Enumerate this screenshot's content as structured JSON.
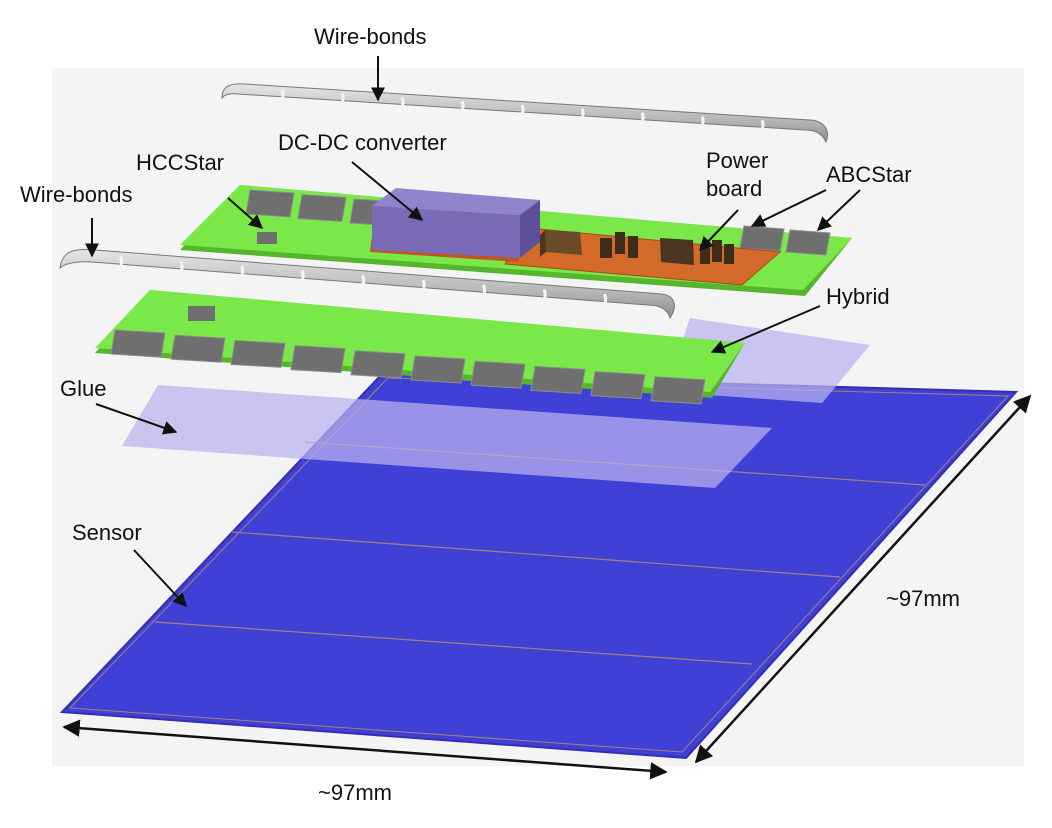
{
  "labels": {
    "wirebonds_top": "Wire-bonds",
    "wirebonds_left": "Wire-bonds",
    "hccstar": "HCCStar",
    "dcdc": "DC-DC converter",
    "power_line1": "Power",
    "power_line2": "board",
    "abcstar": "ABCStar",
    "hybrid": "Hybrid",
    "glue": "Glue",
    "sensor": "Sensor",
    "dim_right": "~97mm",
    "dim_bottom": "~97mm"
  },
  "colors": {
    "background_panel": "#f4f4f4",
    "sensor": "#4040d6",
    "sensor_edge": "#3030b0",
    "sensor_lines": "#a08080",
    "glue": "#b9b0ee",
    "hybrid_board": "#7be84a",
    "hybrid_edge": "#56b52c",
    "chip": "#6f6f6f",
    "chip_top": "#8a8a8a",
    "power_board": "#d46a2a",
    "dcdc_box": "#7a6ab8",
    "component_dark": "#4a3520",
    "wirebond": "#c8c8c8",
    "arrow": "#111111"
  }
}
